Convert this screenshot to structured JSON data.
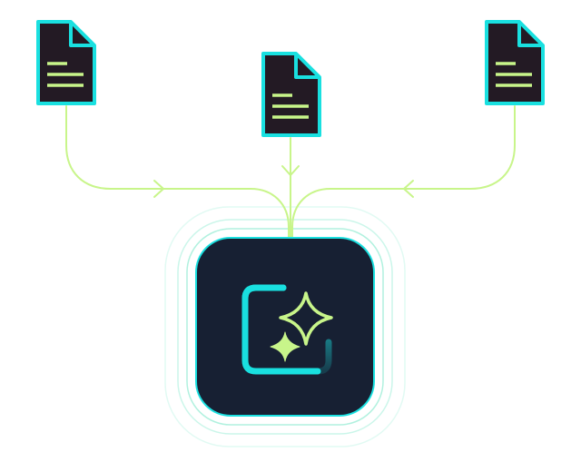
{
  "diagram": {
    "type": "many-to-one flow",
    "sources": [
      {
        "id": "doc-left",
        "icon": "document-icon"
      },
      {
        "id": "doc-center",
        "icon": "document-icon"
      },
      {
        "id": "doc-right",
        "icon": "document-icon"
      }
    ],
    "target": {
      "id": "ai-hub",
      "icon": "ai-sparkle-icon"
    }
  },
  "colors": {
    "background": "#ffffff",
    "doc_fill": "#231a24",
    "doc_border": "#19e0e0",
    "doc_lines": "#c8f58a",
    "connector": "#c8f58a",
    "hub_fill": "#172033",
    "hub_border": "#19e0e0",
    "hub_rings": "#a8f0dc",
    "sparkle": "#c8f58a",
    "bracket": "#19e0e0"
  }
}
